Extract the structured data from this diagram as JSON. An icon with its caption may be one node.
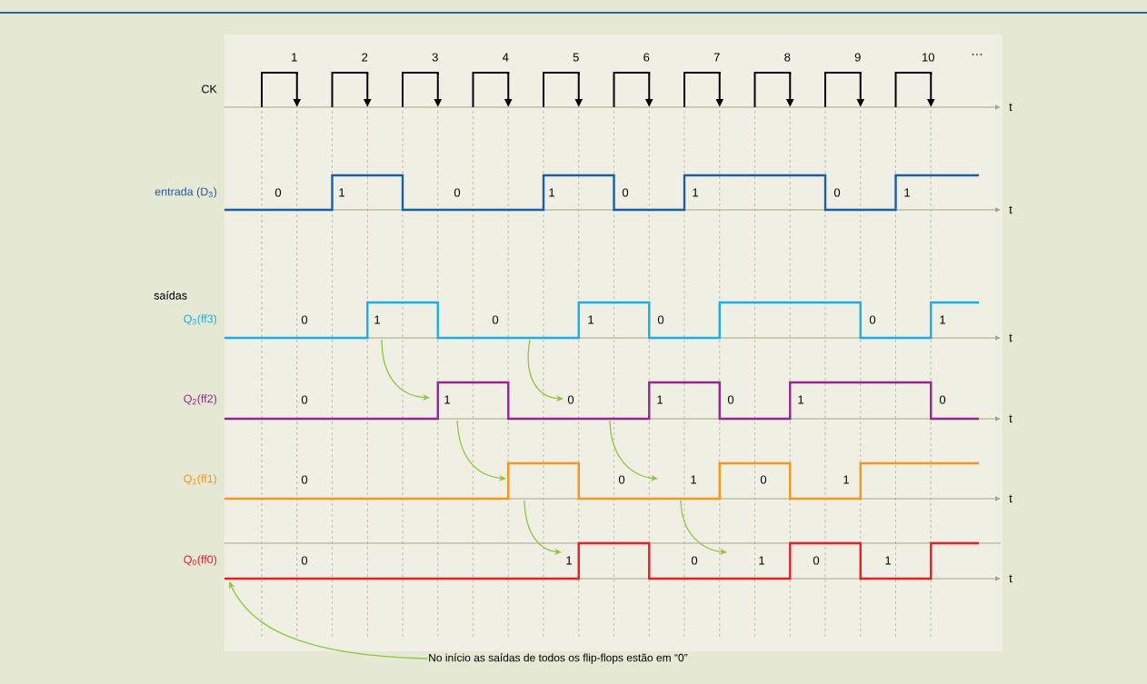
{
  "diagram": {
    "nodes": [
      {
        "text": [],
        "shape": "line",
        "beside": [
          "entrada (D$_{3}$)"
        ]
      },
      {
        "text": [],
        "shape": "line",
        "beside": [
          "Q$_{3}$(ff3)"
        ]
      },
      {
        "text": [],
        "shape": "line",
        "beside": [
          "Q$_{2}$(ff2)"
        ]
      },
      {
        "text": [],
        "shape": "line",
        "beside": [
          "Q$_{1}$(ff1)"
        ]
      },
      {
        "text": [],
        "shape": "line",
        "beside": [
          "Q$_{0}$(ff0)"
        ]
      },
      {
        "text": [
          "No início as saídas de todos os flip-flops estão em “0”"
        ]
      }
    ],
    "edges": [
      {
        "from": 1,
        "to": 2,
        "arrow": "to"
      },
      {
        "from": 1,
        "to": 2,
        "arrow": "to"
      },
      {
        "from": 2,
        "to": 3,
        "arrow": "to"
      },
      {
        "from": 2,
        "to": 3,
        "arrow": "to"
      },
      {
        "from": 3,
        "to": 4,
        "arrow": "to"
      },
      {
        "from": 3,
        "to": 4,
        "arrow": "to"
      },
      {
        "from": 5,
        "to": 4,
        "arrow": "to"
      }
    ],
    "labels": [
      "1",
      "2",
      "3",
      "4",
      "5",
      "6",
      "7",
      "8",
      "9",
      "10",
      "…",
      "CK",
      "t",
      "0",
      "1",
      "0",
      "1",
      "0",
      "1",
      "0",
      "1",
      "t",
      "saídas",
      "0",
      "1",
      "0",
      "1",
      "0",
      "0",
      "1",
      "t",
      "0",
      "1",
      "0",
      "1",
      "0",
      "1",
      "0",
      "t",
      "0",
      "0",
      "1",
      "0",
      "1",
      "t",
      "0",
      "1",
      "0",
      "1",
      "0",
      "1",
      "t"
    ]
  }
}
